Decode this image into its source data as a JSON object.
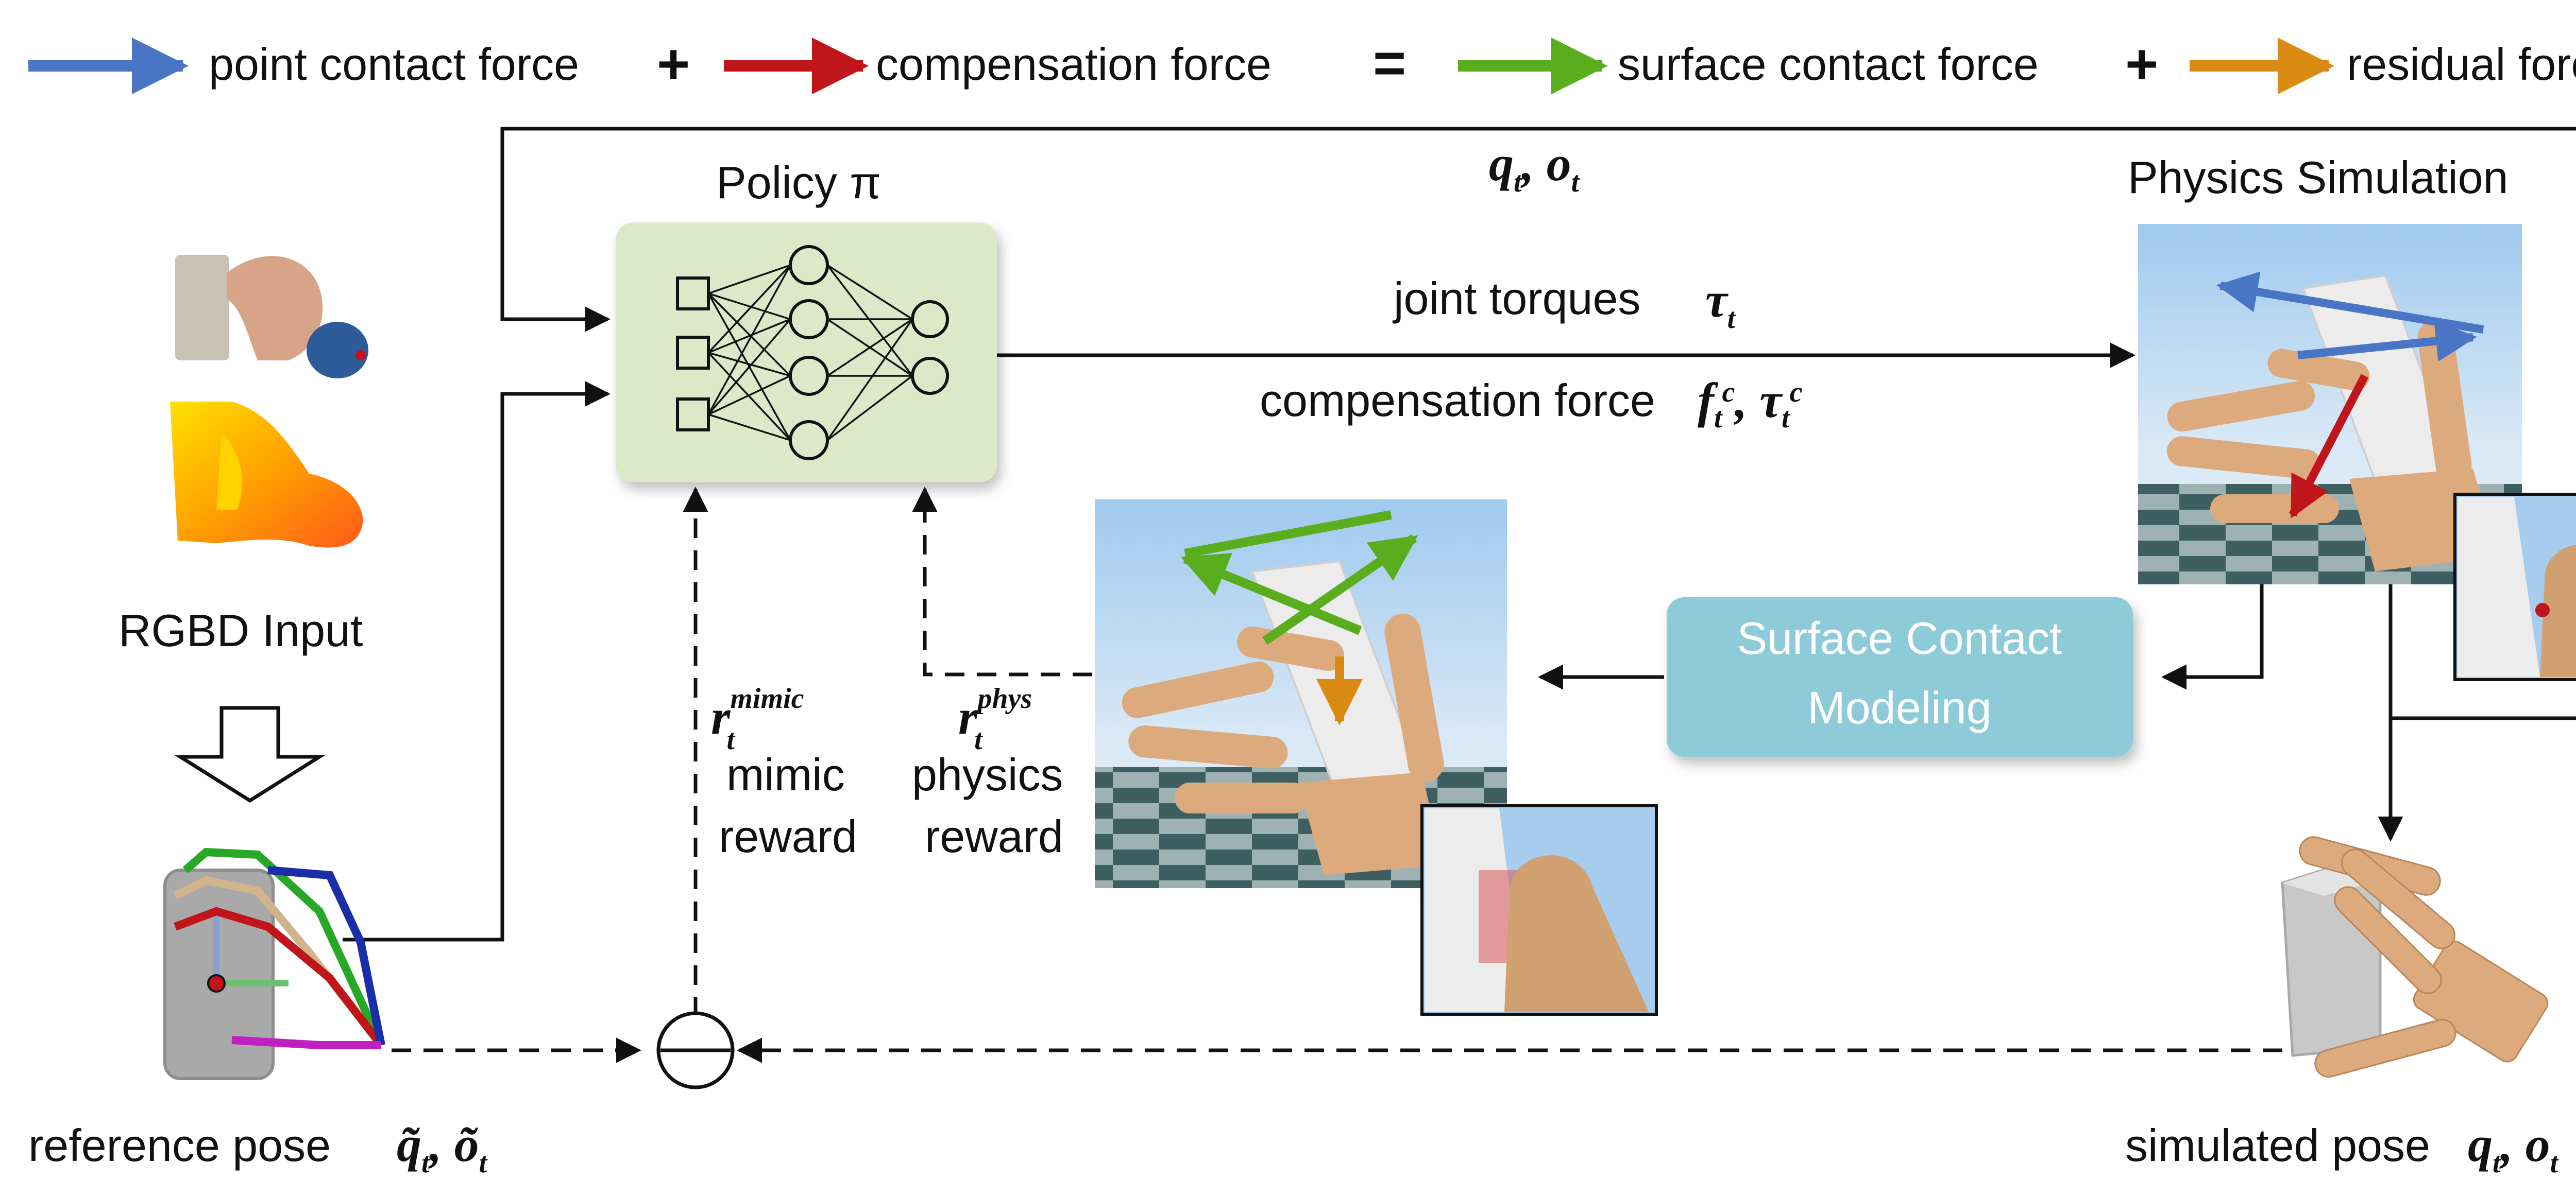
{
  "legend": {
    "point_contact": "point contact force",
    "compensation": "compensation force",
    "surface_contact": "surface contact force",
    "residual": "residual force",
    "plus": "+",
    "equals": "="
  },
  "policy": {
    "title": "Policy π"
  },
  "physics": {
    "title": "Physics Simulation"
  },
  "surface_modeling": {
    "line1": "Surface Contact",
    "line2": "Modeling"
  },
  "state_label": "q_t, o_t",
  "torques": {
    "text": "joint torques",
    "math": "τ_t"
  },
  "comp_force": {
    "text": "compensation force",
    "math": "f_t^c, τ_t^c"
  },
  "rgbd": {
    "label": "RGBD Input"
  },
  "reference": {
    "label": "reference pose",
    "math": "q̃_t, õ_t"
  },
  "simulated": {
    "label": "simulated pose",
    "math": "q_t, o_t"
  },
  "mimic": {
    "sym": "r",
    "sup": "mimic",
    "sub": "t",
    "line1": "mimic",
    "line2": "reward"
  },
  "physreward": {
    "sym": "r",
    "sup": "phys",
    "sub": "t",
    "line1": "physics",
    "line2": "reward"
  },
  "colors": {
    "point_contact": "#4a74c4",
    "compensation": "#c0151b",
    "surface_contact": "#5aae1e",
    "residual": "#d98a12",
    "policy_fill": "#dde8c9",
    "surface_fill": "#8ecbd8"
  }
}
